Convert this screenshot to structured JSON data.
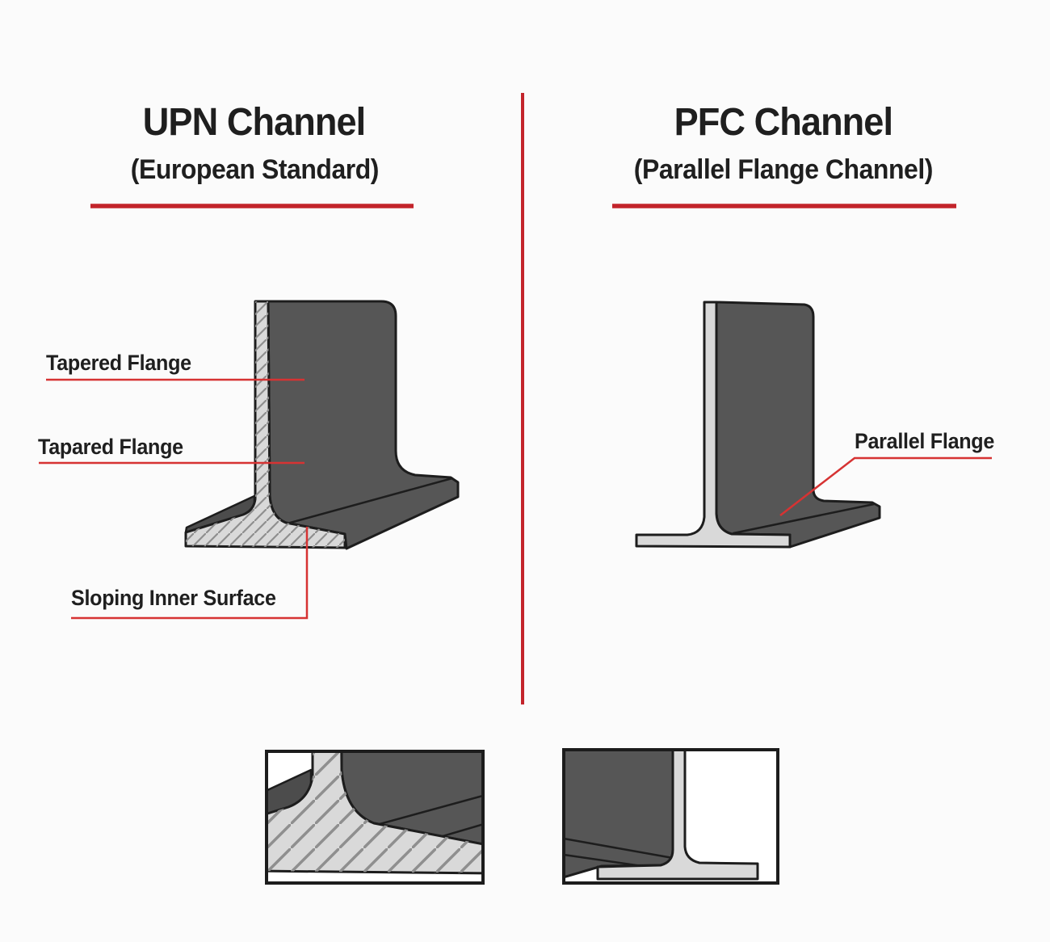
{
  "left_panel": {
    "title": "UPN Channel",
    "subtitle": "(European Standard)",
    "labels": {
      "label1": "Tapered Flange",
      "label2": "Tapared Flange",
      "label3": "Sloping Inner Surface"
    }
  },
  "right_panel": {
    "title": "PFC Channel",
    "subtitle": "(Parallel Flange Channel)",
    "labels": {
      "label1": "Parallel Flange"
    }
  },
  "figures": {
    "left_figure": "upn-channel-3d-section",
    "right_figure": "pfc-channel-3d-section",
    "left_inset": "upn-flange-detail-inset",
    "right_inset": "pfc-flange-detail-inset"
  },
  "colors": {
    "accent-red": "#c3242b",
    "leader-red": "#d63333",
    "steel-dark": "#565656",
    "steel-darker": "#4c4c4c",
    "steel-light": "#d9d9d9",
    "hatch-line": "#8f8f8f",
    "outline": "#1d1d1d",
    "text": "#1f1f1f",
    "background": "#fbfbfb"
  }
}
